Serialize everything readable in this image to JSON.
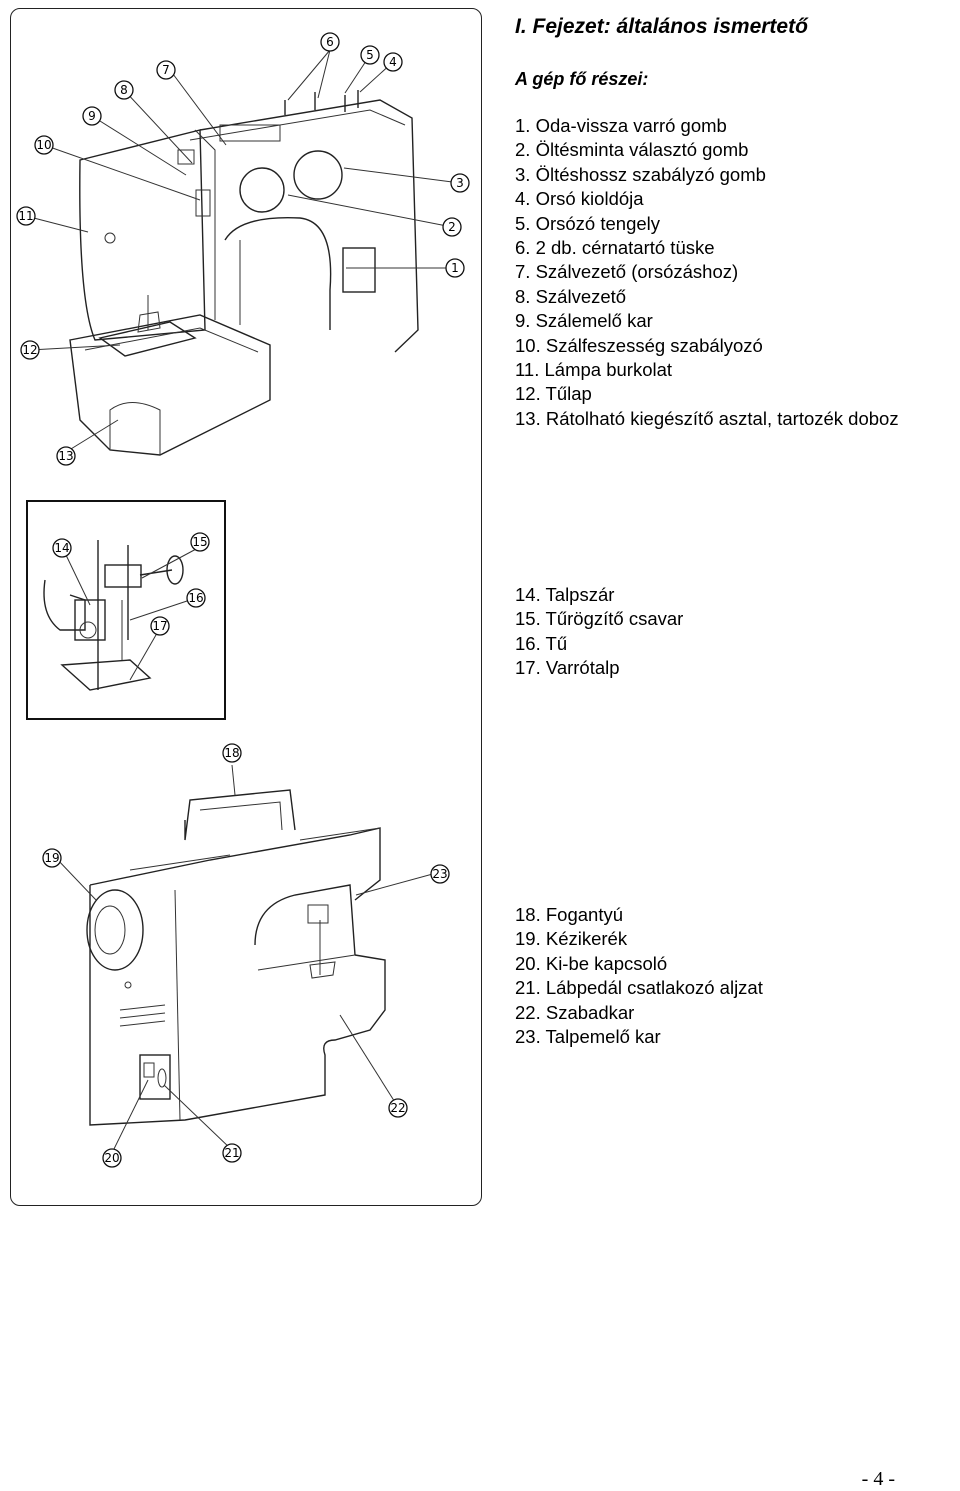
{
  "header": {
    "title": "I. Fejezet: általános ismertető",
    "subtitle": "A gép fő részei:"
  },
  "groups": [
    {
      "items": [
        {
          "num": "1.",
          "label": "Oda-vissza varró gomb"
        },
        {
          "num": "2.",
          "label": "Öltésminta választó gomb"
        },
        {
          "num": "3.",
          "label": "Öltéshossz szabályzó gomb"
        },
        {
          "num": "4.",
          "label": "Orsó kioldója"
        },
        {
          "num": "5.",
          "label": "Orsózó tengely"
        },
        {
          "num": "6.",
          "label": "2 db. cérnatartó tüske"
        },
        {
          "num": "7.",
          "label": "Szálvezető (orsózáshoz)"
        },
        {
          "num": "8.",
          "label": "Szálvezető"
        },
        {
          "num": "9.",
          "label": "Szálemelő kar"
        },
        {
          "num": "10.",
          "label": "Szálfeszesség szabályozó"
        },
        {
          "num": "11.",
          "label": "Lámpa burkolat"
        },
        {
          "num": "12.",
          "label": "Tűlap"
        },
        {
          "num": "13.",
          "label": "Rátolható kiegészítő asztal, tartozék doboz"
        }
      ]
    },
    {
      "items": [
        {
          "num": "14.",
          "label": "Talpszár"
        },
        {
          "num": "15.",
          "label": "Tűrögzítő csavar"
        },
        {
          "num": "16.",
          "label": "Tű"
        },
        {
          "num": "17.",
          "label": "Varrótalp"
        }
      ]
    },
    {
      "items": [
        {
          "num": "18.",
          "label": "Fogantyú"
        },
        {
          "num": "19.",
          "label": "Kézikerék"
        },
        {
          "num": "20.",
          "label": "Ki-be kapcsoló"
        },
        {
          "num": "21.",
          "label": "Lábpedál csatlakozó aljzat"
        },
        {
          "num": "22.",
          "label": "Szabadkar"
        },
        {
          "num": "23.",
          "label": "Talpemelő kar"
        }
      ]
    }
  ],
  "callouts": [
    "1",
    "2",
    "3",
    "4",
    "5",
    "6",
    "7",
    "8",
    "9",
    "10",
    "11",
    "12",
    "13",
    "14",
    "15",
    "16",
    "17",
    "18",
    "19",
    "20",
    "21",
    "22",
    "23"
  ],
  "page_number": "- 4 -"
}
